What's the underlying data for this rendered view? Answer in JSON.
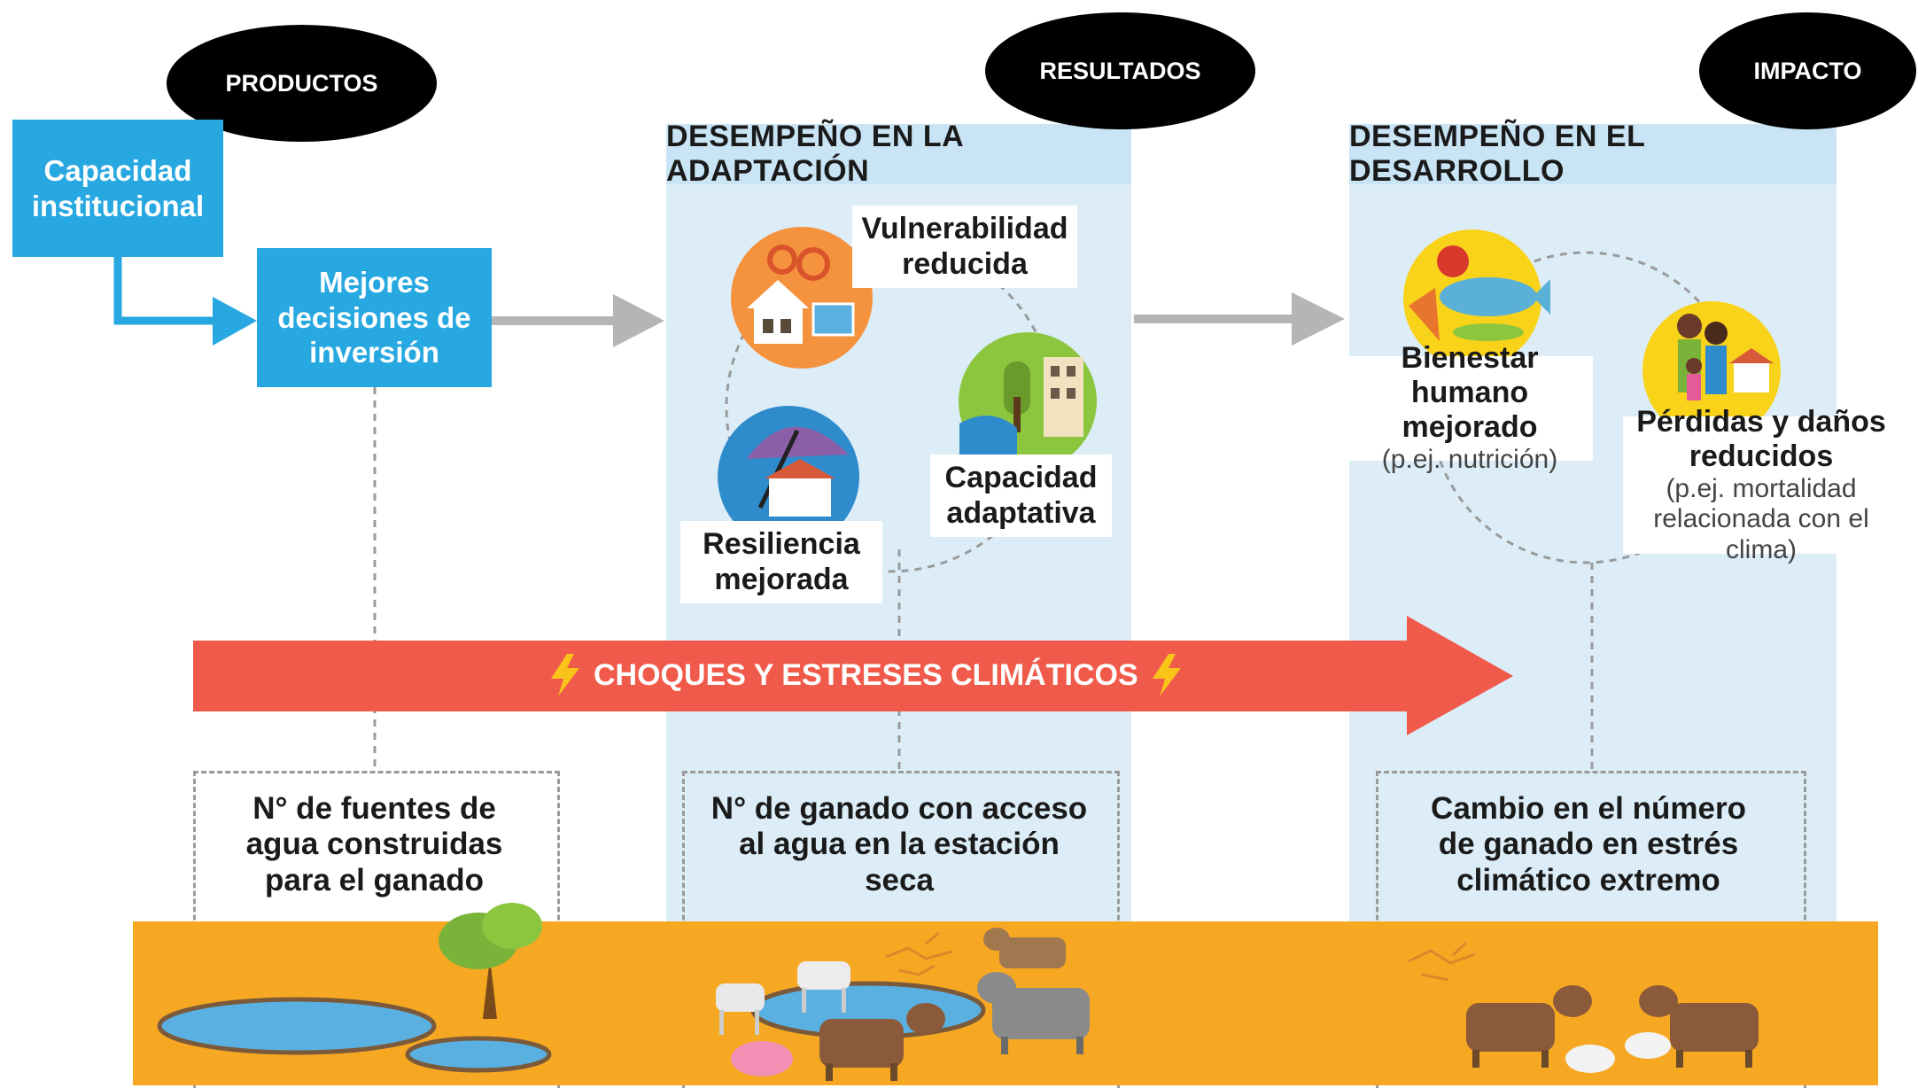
{
  "phases": {
    "products": "PRODUCTOS",
    "results": "RESULTADOS",
    "impact": "IMPACTO"
  },
  "panels": {
    "adaptation_title": "DESEMPEÑO EN LA ADAPTACIÓN",
    "development_title": "DESEMPEÑO EN EL DESARROLLO"
  },
  "boxes": {
    "institutional_capacity": "Capacidad institucional",
    "better_decisions": "Mejores decisiones de inversión"
  },
  "adaptation_items": {
    "reduced_vulnerability": "Vulnerabilidad reducida",
    "adaptive_capacity": "Capacidad adaptativa",
    "improved_resilience": "Resiliencia mejorada"
  },
  "development_items": {
    "wellbeing_title": "Bienestar humano mejorado",
    "wellbeing_example": "(p.ej. nutrición)",
    "losses_title": "Pérdidas y daños reducidos",
    "losses_example": "(p.ej. mortalidad relacionada con el clima)"
  },
  "shocks_banner": "CHOQUES Y ESTRESES CLIMÁTICOS",
  "indicators": {
    "products": "N° de fuentes de agua construidas para el ganado",
    "results": "N° de ganado con acceso al agua en la estación seca",
    "impact": "Cambio en el número de ganado en estrés climático extremo"
  },
  "colors": {
    "blue_box": "#27a8e0",
    "panel": "#dcedf8",
    "shock_arrow": "#f05a4a",
    "ground": "#f7a823",
    "grey_arrow": "#b5b5b5"
  },
  "icons": [
    "house-gears-solar-icon",
    "umbrella-house-icon",
    "tree-building-icon",
    "food-icon",
    "family-icon",
    "lightning-icon",
    "water-pond-icon",
    "tree-icon",
    "goat-icon",
    "cow-icon",
    "pig-icon",
    "sheep-icon",
    "cracked-earth-icon"
  ]
}
